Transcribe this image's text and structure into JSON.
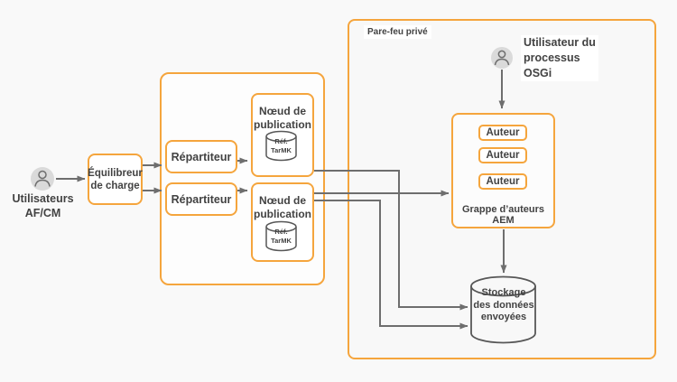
{
  "diagram": {
    "users": {
      "label": "Utilisateurs\nAF/CM"
    },
    "load_balancer": {
      "label": "Équilibreur\nde charge"
    },
    "dispatcher1": {
      "label": "Répartiteur"
    },
    "dispatcher2": {
      "label": "Répartiteur"
    },
    "publish_node1": {
      "label": "Nœud de\npublication",
      "store": "Réf.\nTarMK"
    },
    "publish_node2": {
      "label": "Nœud de\npublication",
      "store": "Réf.\nTarMK"
    },
    "firewall": {
      "label": "Pare-feu privé"
    },
    "osgi_user": {
      "label": "Utilisateur du\nprocessus\nOSGi"
    },
    "author_cluster": {
      "authors": [
        "Auteur",
        "Auteur",
        "Auteur"
      ],
      "label": "Grappe d’auteurs AEM"
    },
    "storage": {
      "label": "Stockage\ndes données\nenvoyées"
    }
  },
  "colors": {
    "accent": "#F5A53D",
    "connector": "#6E6E6E",
    "text": "#424242",
    "icon_background": "#DADADA"
  }
}
